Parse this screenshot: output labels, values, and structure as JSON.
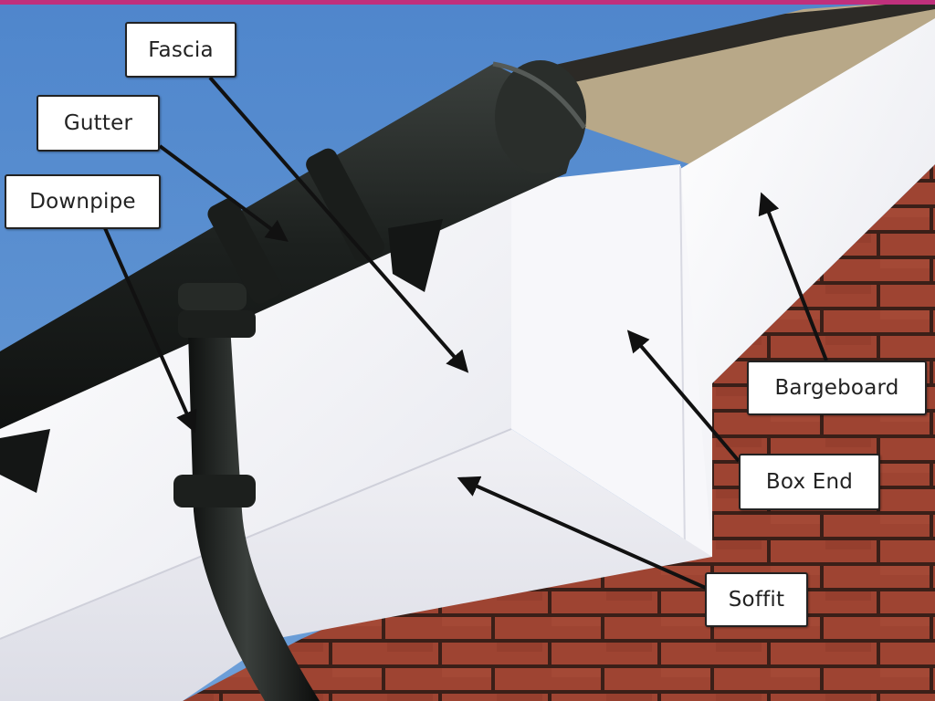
{
  "labels": {
    "fascia": "Fascia",
    "gutter": "Gutter",
    "downpipe": "Downpipe",
    "bargeboard": "Bargeboard",
    "box_end": "Box End",
    "soffit": "Soffit"
  },
  "colors": {
    "sky": "#5a8fd0",
    "brick": "#9e4432",
    "mortar": "#3a1f18",
    "upvc_white": "#f4f4f6",
    "gutter_black": "#1e2220",
    "roof_felt": "#b8a888",
    "accent_bar": "#c0307c",
    "arrow": "#111111"
  }
}
